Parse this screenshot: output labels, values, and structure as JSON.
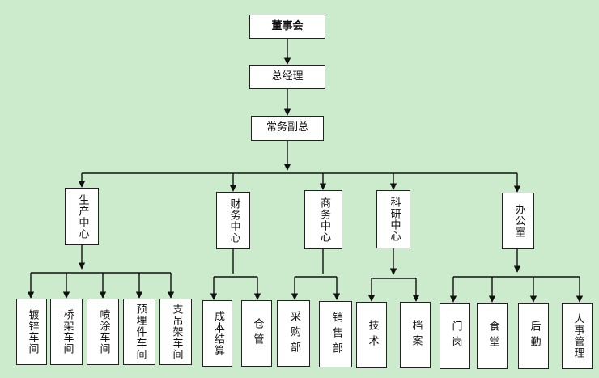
{
  "org": {
    "board": "董事会",
    "gm": "总经理",
    "deputy": "常务副总",
    "production": {
      "name": "生产中心",
      "units": [
        "镀锌车间",
        "桥架车间",
        "喷涂车间",
        "预埋件车间",
        "支吊架车间"
      ]
    },
    "finance": {
      "name": "财务中心",
      "units": [
        "成本结算",
        "仓管"
      ]
    },
    "business": {
      "name": "商务中心",
      "units": [
        "采购部",
        "销售部"
      ]
    },
    "research": {
      "name": "科研中心",
      "units": [
        "技术",
        "档案"
      ]
    },
    "office": {
      "name": "办公室",
      "units": [
        "门岗",
        "食堂",
        "后勤",
        "人事管理"
      ]
    }
  },
  "colors": {
    "background": "#ccebcc",
    "box": "#ffffff",
    "line": "#111111"
  }
}
